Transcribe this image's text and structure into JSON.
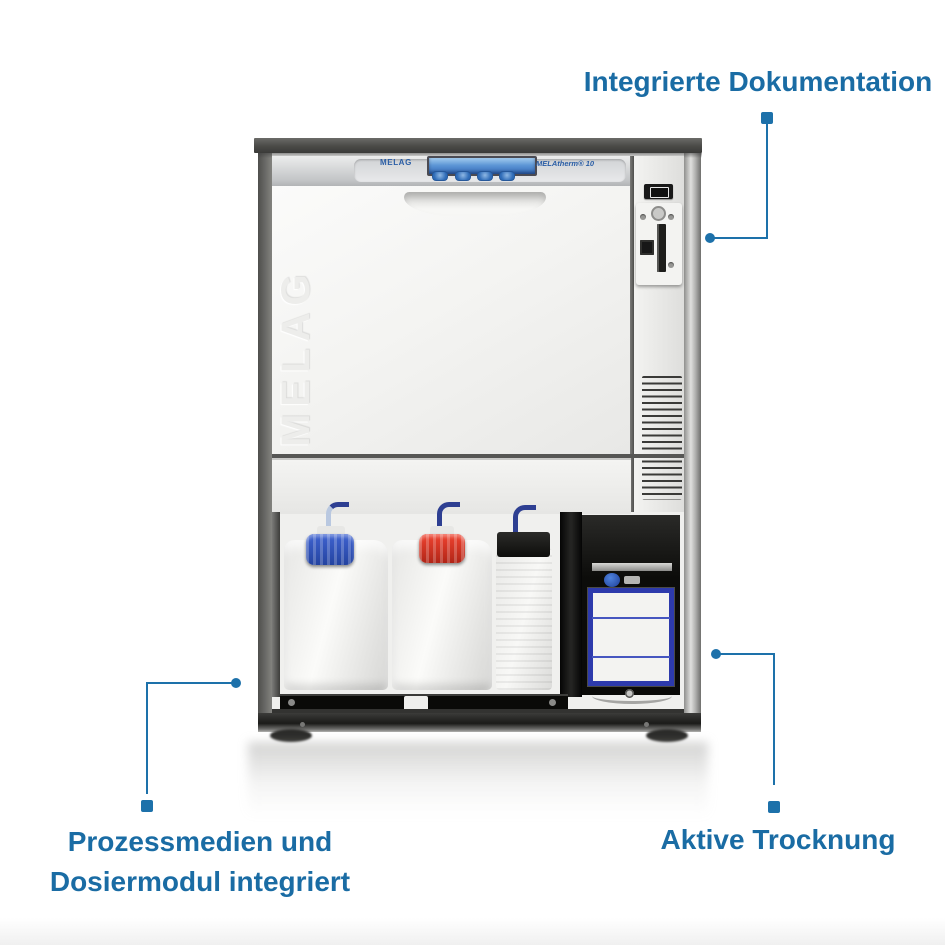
{
  "annotations": {
    "integrated_documentation": "Integrierte Dokumentation",
    "process_media_line1": "Prozessmedien und",
    "process_media_line2": "Dosiermodul integriert",
    "active_drying": "Aktive Trocknung"
  },
  "device": {
    "brand_logo": "MELAG",
    "model_label": "MELAtherm® 10",
    "door_emboss": "MELAG"
  },
  "colors": {
    "annotation_blue": "#1a6ca4",
    "callout_blue": "#1d71aa",
    "cap_blue": "#2f55c0",
    "cap_red": "#d92c1b",
    "filter_frame_blue": "#2d3aac",
    "lcd_blue": "#5e97d6",
    "worktop_gray": "#4a4a47",
    "body_white": "#f0f0ee"
  }
}
